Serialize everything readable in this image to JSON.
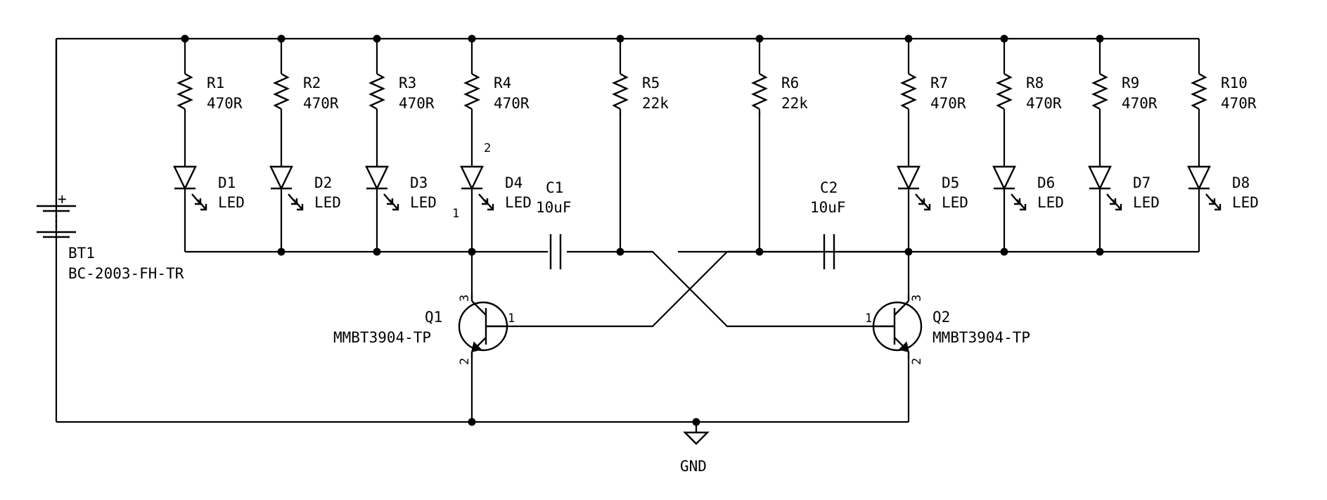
{
  "battery": {
    "ref": "BT1",
    "value": "BC-2003-FH-TR",
    "plus": "+"
  },
  "resistors": [
    {
      "ref": "R1",
      "value": "470R"
    },
    {
      "ref": "R2",
      "value": "470R"
    },
    {
      "ref": "R3",
      "value": "470R"
    },
    {
      "ref": "R4",
      "value": "470R"
    },
    {
      "ref": "R5",
      "value": "22k"
    },
    {
      "ref": "R6",
      "value": "22k"
    },
    {
      "ref": "R7",
      "value": "470R"
    },
    {
      "ref": "R8",
      "value": "470R"
    },
    {
      "ref": "R9",
      "value": "470R"
    },
    {
      "ref": "R10",
      "value": "470R"
    }
  ],
  "leds": [
    {
      "ref": "D1",
      "value": "LED"
    },
    {
      "ref": "D2",
      "value": "LED"
    },
    {
      "ref": "D3",
      "value": "LED"
    },
    {
      "ref": "D4",
      "value": "LED"
    },
    {
      "ref": "D5",
      "value": "LED"
    },
    {
      "ref": "D6",
      "value": "LED"
    },
    {
      "ref": "D7",
      "value": "LED"
    },
    {
      "ref": "D8",
      "value": "LED"
    }
  ],
  "d4_pins": {
    "anode": "2",
    "cathode": "1"
  },
  "capacitors": [
    {
      "ref": "C1",
      "value": "10uF"
    },
    {
      "ref": "C2",
      "value": "10uF"
    }
  ],
  "transistors": [
    {
      "ref": "Q1",
      "value": "MMBT3904-TP",
      "pin_c": "3",
      "pin_b": "1",
      "pin_e": "2"
    },
    {
      "ref": "Q2",
      "value": "MMBT3904-TP",
      "pin_c": "3",
      "pin_b": "1",
      "pin_e": "2"
    }
  ],
  "ground": {
    "label": "GND"
  }
}
